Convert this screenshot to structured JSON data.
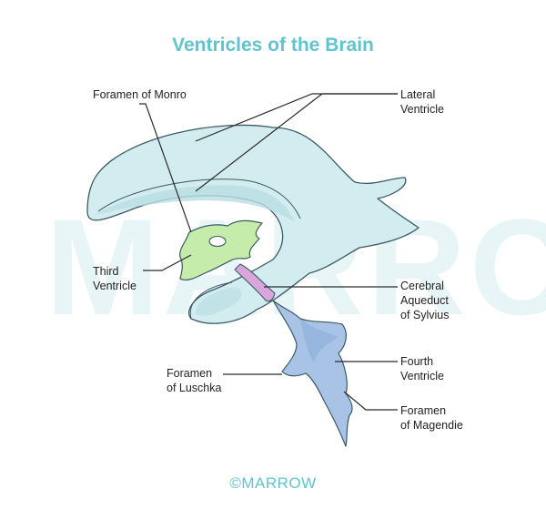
{
  "title": "Ventricles of the Brain",
  "labels": {
    "foramen_monro": "Foramen of Monro",
    "lateral_1": "Lateral",
    "lateral_2": "Ventricle",
    "third_1": "Third",
    "third_2": "Ventricle",
    "cerebral_1": "Cerebral",
    "cerebral_2": "Aqueduct",
    "cerebral_3": "of Sylvius",
    "fourth_1": "Fourth",
    "fourth_2": "Ventricle",
    "luschka_1": "Foramen",
    "luschka_2": "of Luschka",
    "magendie_1": "Foramen",
    "magendie_2": "of Magendie"
  },
  "watermark": "MARROW",
  "brand": "©MARROW",
  "colors": {
    "title": "#5fc4cf",
    "lateral_fill": "#d3ecef",
    "lateral_fill_dark": "#b9dee3",
    "third_fill": "#c5ecaa",
    "aqueduct_fill": "#d9a6dc",
    "fourth_fill": "#a9c3e6",
    "outline": "#3a5a64"
  },
  "icons": {
    "brand_logo": "copyright-icon"
  }
}
